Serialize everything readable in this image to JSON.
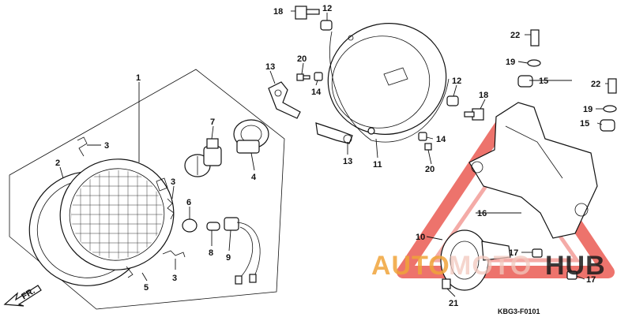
{
  "diagram": {
    "part_code": "KBG3-F0101",
    "front_label": "FR.",
    "watermark": {
      "left": "AUTO",
      "middle": "MOTO",
      "right": "HUB",
      "colors": {
        "left": "#f0a43a",
        "middle": "#f2c7bd",
        "right": "#1a1a1a",
        "triangle": "#e8453c"
      }
    },
    "callouts": [
      {
        "id": "c1",
        "text": "1"
      },
      {
        "id": "c2",
        "text": "2"
      },
      {
        "id": "c3a",
        "text": "3"
      },
      {
        "id": "c3b",
        "text": "3"
      },
      {
        "id": "c3c",
        "text": "3"
      },
      {
        "id": "c4",
        "text": "4"
      },
      {
        "id": "c5",
        "text": "5"
      },
      {
        "id": "c6",
        "text": "6"
      },
      {
        "id": "c7",
        "text": "7"
      },
      {
        "id": "c8",
        "text": "8"
      },
      {
        "id": "c9",
        "text": "9"
      },
      {
        "id": "c10",
        "text": "10"
      },
      {
        "id": "c11",
        "text": "11"
      },
      {
        "id": "c12a",
        "text": "12"
      },
      {
        "id": "c12b",
        "text": "12"
      },
      {
        "id": "c13a",
        "text": "13"
      },
      {
        "id": "c13b",
        "text": "13"
      },
      {
        "id": "c14a",
        "text": "14"
      },
      {
        "id": "c14b",
        "text": "14"
      },
      {
        "id": "c15a",
        "text": "15"
      },
      {
        "id": "c15b",
        "text": "15"
      },
      {
        "id": "c16",
        "text": "16"
      },
      {
        "id": "c17a",
        "text": "17"
      },
      {
        "id": "c17b",
        "text": "17"
      },
      {
        "id": "c18a",
        "text": "18"
      },
      {
        "id": "c18b",
        "text": "18"
      },
      {
        "id": "c19a",
        "text": "19"
      },
      {
        "id": "c19b",
        "text": "19"
      },
      {
        "id": "c20a",
        "text": "20"
      },
      {
        "id": "c20b",
        "text": "20"
      },
      {
        "id": "c21",
        "text": "21"
      },
      {
        "id": "c22a",
        "text": "22"
      },
      {
        "id": "c22b",
        "text": "22"
      }
    ]
  }
}
